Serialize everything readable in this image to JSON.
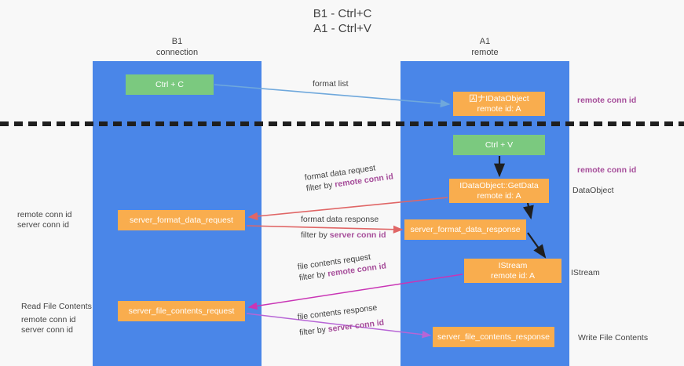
{
  "title": "B1 - Ctrl+C\nA1 - Ctrl+V",
  "lanes": [
    {
      "id": "b1",
      "header": "B1\nconnection",
      "color": "#4a86e8"
    },
    {
      "id": "a1",
      "header": "A1\nremote",
      "color": "#4a86e8"
    }
  ],
  "colors": {
    "lane": "#4a86e8",
    "green_node": "#7bc97f",
    "orange_node": "#f9ad4e",
    "background": "#f8f8f8",
    "purple_text": "#a64d9a",
    "green_text": "#6aa84f",
    "body_text": "#434343",
    "arrow_lightblue": "#6fa8dc",
    "arrow_black": "#1f1f1f",
    "arrow_red": "#e06666",
    "arrow_magenta": "#c935b5",
    "arrow_orchid": "#b765d6",
    "divider": "#1f1f1f"
  },
  "nodes": [
    {
      "id": "ctrl-c",
      "label": "Ctrl + C",
      "style": "green"
    },
    {
      "id": "idataobject",
      "label": "囚ナIDataObject\nremote id: A",
      "style": "orange"
    },
    {
      "id": "ctrl-v",
      "label": "Ctrl + V",
      "style": "green"
    },
    {
      "id": "getdata",
      "label": "IDataObject::GetData\nremote id: A",
      "style": "orange"
    },
    {
      "id": "server-format-data-request",
      "label": "server_format_data_request",
      "style": "orange"
    },
    {
      "id": "server-format-data-response",
      "label": "server_format_data_response",
      "style": "orange"
    },
    {
      "id": "istream",
      "label": "IStream\nremote id: A",
      "style": "orange"
    },
    {
      "id": "server-file-contents-request",
      "label": "server_file_contents_request",
      "style": "orange"
    },
    {
      "id": "server-file-contents-response",
      "label": "server_file_contents_response",
      "style": "orange"
    }
  ],
  "edge_labels": {
    "format_list": "format list",
    "format_data_request": {
      "line1": "format data request",
      "line2_prefix": "filter by ",
      "line2_highlight": "remote conn id"
    },
    "format_data_response": {
      "line1": "format data response",
      "line2_prefix": "filter by ",
      "line2_highlight": "server conn id"
    },
    "file_contents_request": {
      "line1": "file contents request",
      "line2_prefix": "filter by ",
      "line2_highlight": "remote conn id"
    },
    "file_contents_response": {
      "line1": "file contents response",
      "line2_prefix": "filter by ",
      "line2_highlight": "server conn id"
    }
  },
  "annotations": {
    "remote_conn_id_top": "remote conn id",
    "remote_conn_id_mid": "remote conn id",
    "dataobject": "DataObject",
    "istream": "IStream",
    "write_file_contents": "Write File Contents",
    "read_file_contents": "Read File Contents",
    "left_mid_remote": "remote conn id",
    "left_mid_server": "server conn id",
    "left_low_remote": "remote conn id",
    "left_low_server": "server conn id"
  }
}
